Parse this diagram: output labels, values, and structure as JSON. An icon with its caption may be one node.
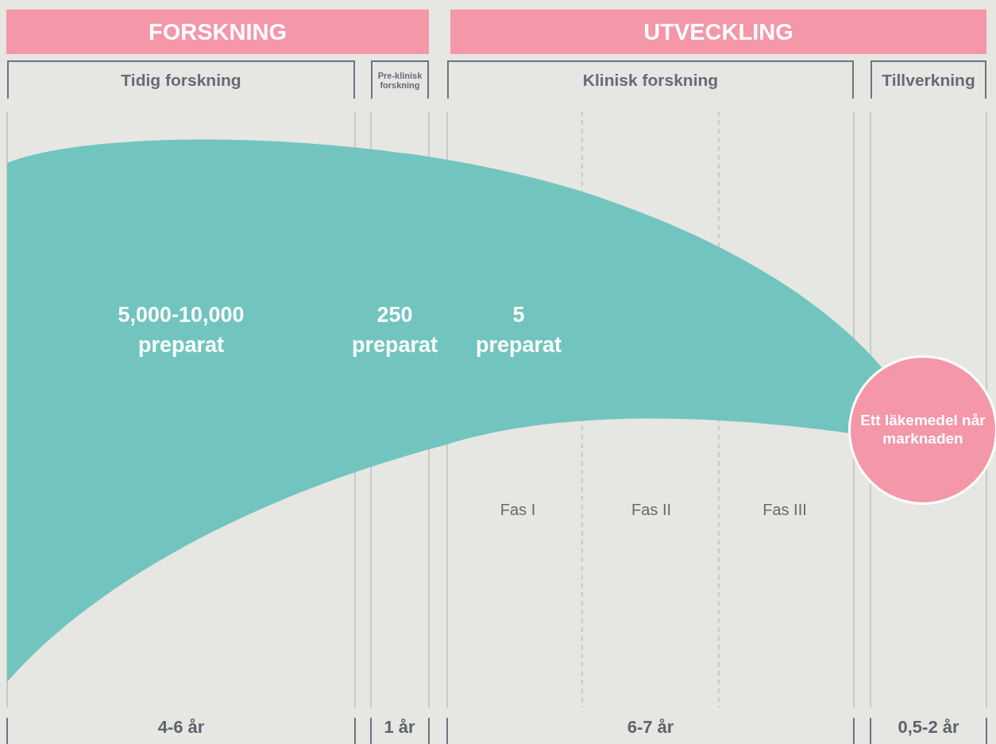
{
  "diagram": {
    "nodes": [
      {
        "text": [
          "FORSKNING"
        ]
      },
      {
        "text": [
          "UTVECKLING"
        ]
      },
      {
        "text": [
          "Tidig forskning"
        ]
      },
      {
        "text": [
          "Pre-klinisk forskning"
        ]
      },
      {
        "text": [
          "Klinisk forskning"
        ]
      },
      {
        "text": [
          "Tillverkning"
        ]
      },
      {
        "text": [
          "5,000-10,000 preparat",
          "250 preparat",
          "5 preparat"
        ]
      },
      {
        "text": [
          "Ett läkemedel når marknaden"
        ]
      }
    ],
    "labels": [
      "Fas I",
      "Fas II",
      "Fas III",
      "4-6 år",
      "1 år",
      "6-7 år",
      "0,5-2 år"
    ]
  }
}
